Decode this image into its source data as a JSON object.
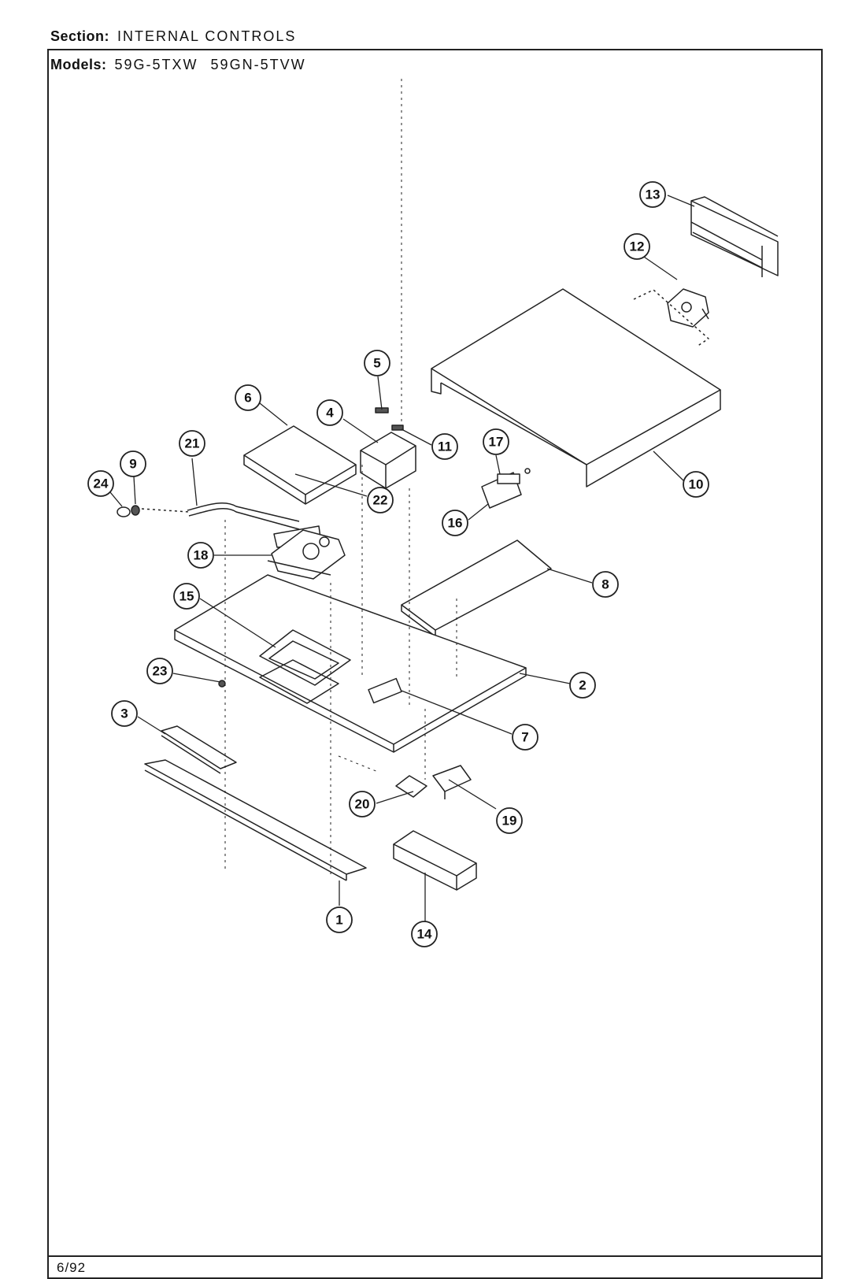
{
  "header": {
    "section_label": "Section:",
    "section_value": "INTERNAL CONTROLS",
    "models_label": "Models:",
    "model_1": "59G-5TXW",
    "model_2": "59GN-5TVW"
  },
  "footer": {
    "date_code": "6/92"
  },
  "callouts": {
    "c1": "1",
    "c2": "2",
    "c3": "3",
    "c4": "4",
    "c5": "5",
    "c6": "6",
    "c7": "7",
    "c8": "8",
    "c9": "9",
    "c10": "10",
    "c11": "11",
    "c12": "12",
    "c13": "13",
    "c14": "14",
    "c15": "15",
    "c16": "16",
    "c17": "17",
    "c18": "18",
    "c19": "19",
    "c20": "20",
    "c21": "21",
    "c22": "22",
    "c23": "23",
    "c24": "24"
  }
}
